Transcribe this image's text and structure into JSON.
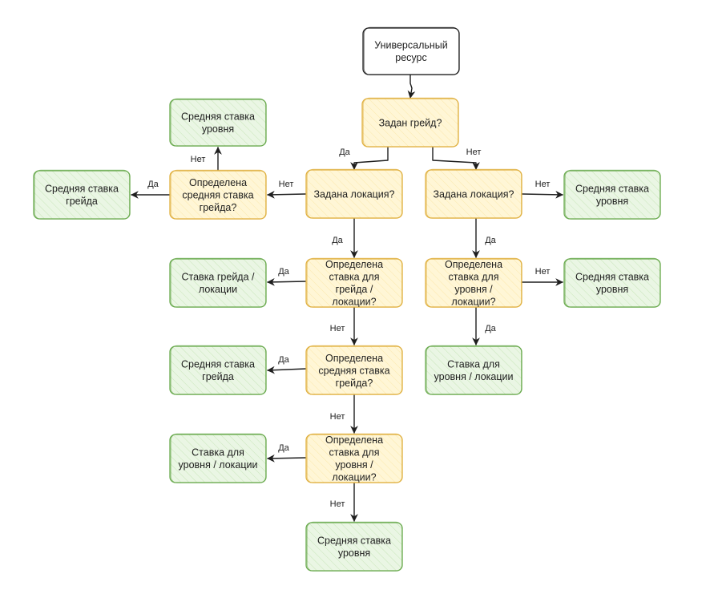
{
  "colors": {
    "start_stroke": "#1e1e1e",
    "start_fill": "#ffffff",
    "decision_stroke": "#e0b040",
    "decision_fill": "#fff6d6",
    "result_stroke": "#6aaa4e",
    "result_fill": "#eaf6e4",
    "arrow": "#1e1e1e"
  },
  "nodes": [
    {
      "id": "start",
      "kind": "start",
      "lines": [
        "Универсальный",
        "ресурс"
      ]
    },
    {
      "id": "q_grade",
      "kind": "decision",
      "lines": [
        "Задан грейд?"
      ]
    },
    {
      "id": "q_loc_left",
      "kind": "decision",
      "lines": [
        "Задана локация?"
      ]
    },
    {
      "id": "q_loc_right",
      "kind": "decision",
      "lines": [
        "Задана локация?"
      ]
    },
    {
      "id": "q_avg_grade_top",
      "kind": "decision",
      "lines": [
        "Определена",
        "средняя ставка",
        "грейда?"
      ]
    },
    {
      "id": "r_avg_level_top",
      "kind": "result",
      "lines": [
        "Средняя ставка",
        "уровня"
      ]
    },
    {
      "id": "r_avg_grade_left",
      "kind": "result",
      "lines": [
        "Средняя ставка",
        "грейда"
      ]
    },
    {
      "id": "r_avg_level_right1",
      "kind": "result",
      "lines": [
        "Средняя ставка",
        "уровня"
      ]
    },
    {
      "id": "q_rate_grade_loc",
      "kind": "decision",
      "lines": [
        "Определена",
        "ставка для",
        "грейда /",
        "локации?"
      ]
    },
    {
      "id": "r_rate_grade_loc",
      "kind": "result",
      "lines": [
        "Ставка грейда /",
        "локации"
      ]
    },
    {
      "id": "q_rate_level_loc_right",
      "kind": "decision",
      "lines": [
        "Определена",
        "ставка для",
        "уровня /",
        "локации?"
      ]
    },
    {
      "id": "r_avg_level_right2",
      "kind": "result",
      "lines": [
        "Средняя ставка",
        "уровня"
      ]
    },
    {
      "id": "r_rate_level_loc_right",
      "kind": "result",
      "lines": [
        "Ставка для",
        "уровня / локации"
      ]
    },
    {
      "id": "q_avg_grade_mid",
      "kind": "decision",
      "lines": [
        "Определена",
        "средняя ставка",
        "грейда?"
      ]
    },
    {
      "id": "r_avg_grade_mid",
      "kind": "result",
      "lines": [
        "Средняя ставка",
        "грейда"
      ]
    },
    {
      "id": "q_rate_level_loc_left",
      "kind": "decision",
      "lines": [
        "Определена",
        "ставка для",
        "уровня /",
        "локации?"
      ]
    },
    {
      "id": "r_rate_level_loc_left",
      "kind": "result",
      "lines": [
        "Ставка для",
        "уровня / локации"
      ]
    },
    {
      "id": "r_avg_level_bottom",
      "kind": "result",
      "lines": [
        "Средняя ставка",
        "уровня"
      ]
    }
  ],
  "edges": [
    {
      "from": "start",
      "to": "q_grade",
      "label": ""
    },
    {
      "from": "q_grade",
      "to": "q_loc_left",
      "label": "Да"
    },
    {
      "from": "q_grade",
      "to": "q_loc_right",
      "label": "Нет"
    },
    {
      "from": "q_loc_left",
      "to": "q_avg_grade_top",
      "label": "Нет"
    },
    {
      "from": "q_avg_grade_top",
      "to": "r_avg_grade_left",
      "label": "Да"
    },
    {
      "from": "q_avg_grade_top",
      "to": "r_avg_level_top",
      "label": "Нет"
    },
    {
      "from": "q_loc_right",
      "to": "r_avg_level_right1",
      "label": "Нет"
    },
    {
      "from": "q_loc_left",
      "to": "q_rate_grade_loc",
      "label": "Да"
    },
    {
      "from": "q_rate_grade_loc",
      "to": "r_rate_grade_loc",
      "label": "Да"
    },
    {
      "from": "q_loc_right",
      "to": "q_rate_level_loc_right",
      "label": "Да"
    },
    {
      "from": "q_rate_level_loc_right",
      "to": "r_avg_level_right2",
      "label": "Нет"
    },
    {
      "from": "q_rate_level_loc_right",
      "to": "r_rate_level_loc_right",
      "label": "Да"
    },
    {
      "from": "q_rate_grade_loc",
      "to": "q_avg_grade_mid",
      "label": "Нет"
    },
    {
      "from": "q_avg_grade_mid",
      "to": "r_avg_grade_mid",
      "label": "Да"
    },
    {
      "from": "q_avg_grade_mid",
      "to": "q_rate_level_loc_left",
      "label": "Нет"
    },
    {
      "from": "q_rate_level_loc_left",
      "to": "r_rate_level_loc_left",
      "label": "Да"
    },
    {
      "from": "q_rate_level_loc_left",
      "to": "r_avg_level_bottom",
      "label": "Нет"
    }
  ]
}
